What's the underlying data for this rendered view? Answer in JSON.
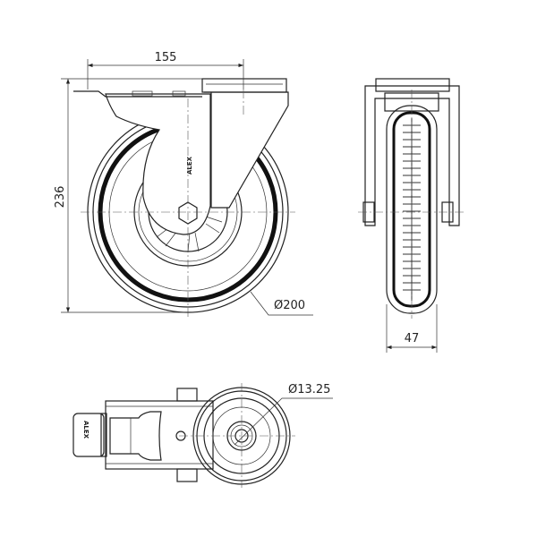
{
  "drawing": {
    "dimensions": {
      "width_top": "155",
      "height": "236",
      "wheel_diameter": "Ø200",
      "wheel_width": "47",
      "axle_diameter": "Ø13.25"
    },
    "logo": "ALEX"
  }
}
